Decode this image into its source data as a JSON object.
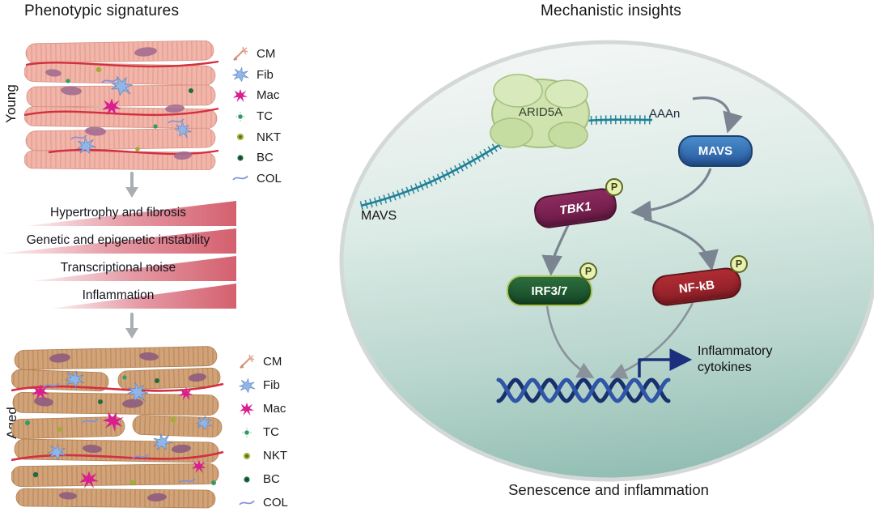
{
  "figure": {
    "left_title": "Phenotypic signatures",
    "right_title": "Mechanistic insights"
  },
  "left_panel": {
    "young_label": "Young",
    "aged_label": "Aged",
    "legend_items": [
      {
        "label": "CM",
        "icon": "cardiomyocyte-icon",
        "color": "#e3a78f"
      },
      {
        "label": "Fib",
        "icon": "fibroblast-icon",
        "color": "#8fb6e6"
      },
      {
        "label": "Mac",
        "icon": "macrophage-icon",
        "color": "#d81f90"
      },
      {
        "label": "TC",
        "icon": "t-cell-icon",
        "color": "#2f9e62"
      },
      {
        "label": "NKT",
        "icon": "nkt-cell-icon",
        "color": "#9fae35"
      },
      {
        "label": "BC",
        "icon": "b-cell-icon",
        "color": "#1e6b3e"
      },
      {
        "label": "COL",
        "icon": "collagen-icon",
        "color": "#8290dc"
      }
    ],
    "cascade_labels": [
      "Hypertrophy and fibrosis",
      "Genetic and epigenetic instability",
      "Transcriptional noise",
      "Inflammation"
    ]
  },
  "right_panel": {
    "arid5a_label": "ARID5A",
    "polya_label": "AAAn",
    "mavs_box_label": "MAVS",
    "mavs_mrna_label": "MAVS",
    "tbk1_label": "TBK1",
    "irf37_label": "IRF3/7",
    "nfkb_label": "NF-kB",
    "phospho_label": "P",
    "output_label": "Inflammatory cytokines",
    "bottom_label": "Senescence and inflammation"
  },
  "colors": {
    "mavs_blue": "#2f6db5",
    "tbk1_plum": "#7d2150",
    "irf_green": "#1d5a30",
    "nfkb_red": "#a3242e",
    "phospho_green": "#e9f1b2",
    "wedge_red": "#d4606e",
    "macrophage_magenta": "#d81f90",
    "mrna_teal": "#1f7f96",
    "dna_navy": "#17306e",
    "cell_teal": "#96bfb5"
  }
}
